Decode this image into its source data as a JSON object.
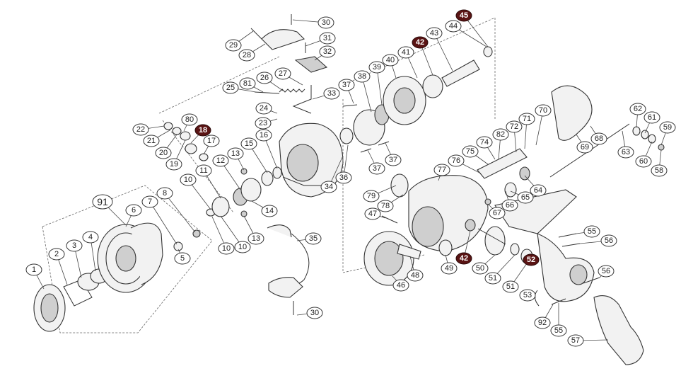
{
  "labels": [
    "1",
    "2",
    "3",
    "4",
    "5",
    "6",
    "7",
    "8",
    "10",
    "10",
    "10",
    "11",
    "12",
    "13",
    "13",
    "14",
    "15",
    "16",
    "17",
    "18",
    "19",
    "20",
    "21",
    "22",
    "23",
    "24",
    "25",
    "26",
    "27",
    "28",
    "29",
    "30",
    "30",
    "31",
    "32",
    "33",
    "34",
    "35",
    "36",
    "37",
    "37",
    "37",
    "38",
    "39",
    "40",
    "41",
    "42",
    "42",
    "43",
    "44",
    "45",
    "46",
    "47",
    "48",
    "49",
    "50",
    "51",
    "51",
    "52",
    "53",
    "55",
    "55",
    "56",
    "56",
    "57",
    "58",
    "59",
    "60",
    "61",
    "62",
    "63",
    "64",
    "65",
    "66",
    "67",
    "68",
    "69",
    "70",
    "71",
    "72",
    "74",
    "75",
    "76",
    "77",
    "78",
    "79",
    "80",
    "81",
    "82",
    "91",
    "92"
  ],
  "highlighted": [
    "18",
    "42",
    "45",
    "52"
  ]
}
